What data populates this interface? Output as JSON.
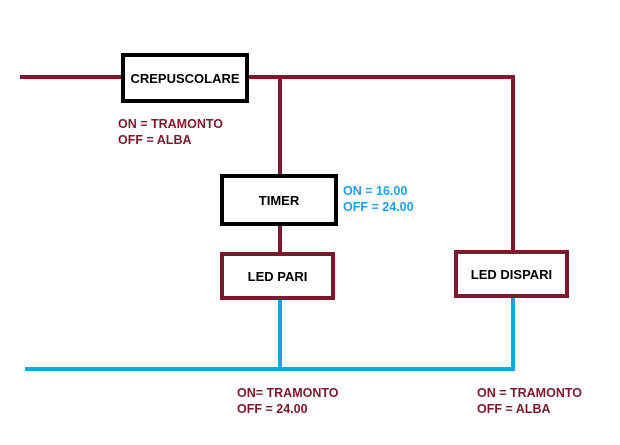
{
  "colors": {
    "red_wire": "#7a1a2c",
    "blue_wire": "#1ea0e6",
    "black_box": "#000000"
  },
  "blocks": {
    "crepuscolare": "CREPUSCOLARE",
    "timer": "TIMER",
    "led_pari": "LED PARI",
    "led_dispari": "LED DISPARI"
  },
  "notes": {
    "crepuscolare": {
      "on": "ON = TRAMONTO",
      "off": "OFF = ALBA"
    },
    "timer": {
      "on": "ON = 16.00",
      "off": "OFF = 24.00"
    },
    "led_pari": {
      "on": "ON= TRAMONTO",
      "off": "OFF = 24.00"
    },
    "led_dispari": {
      "on": "ON = TRAMONTO",
      "off": "OFF = ALBA"
    }
  }
}
